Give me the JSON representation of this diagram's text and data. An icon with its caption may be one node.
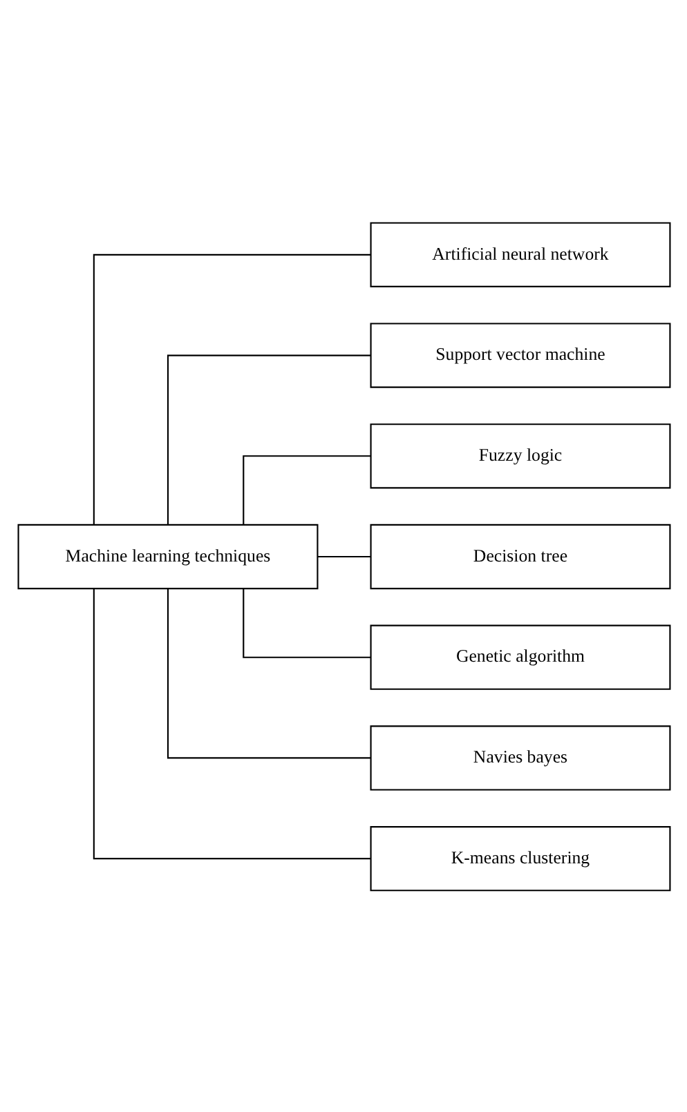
{
  "diagram": {
    "nodes": [
      {
        "text": [
          "Machine learning techniques"
        ]
      },
      {
        "text": [
          "Artificial neural network"
        ]
      },
      {
        "text": [
          "Support vector machine"
        ]
      },
      {
        "text": [
          "Fuzzy logic"
        ]
      },
      {
        "text": [
          "Decision tree"
        ]
      },
      {
        "text": [
          "Genetic algorithm"
        ]
      },
      {
        "text": [
          "Navies bayes"
        ]
      },
      {
        "text": [
          "K-means clustering"
        ]
      }
    ],
    "edges": [
      {
        "from": 0,
        "to": 1,
        "arrow": "none"
      },
      {
        "from": 0,
        "to": 2,
        "arrow": "none"
      },
      {
        "from": 0,
        "to": 3,
        "arrow": "none"
      },
      {
        "from": 0,
        "to": 4,
        "arrow": "none"
      },
      {
        "from": 0,
        "to": 5,
        "arrow": "none"
      },
      {
        "from": 0,
        "to": 6,
        "arrow": "none"
      },
      {
        "from": 0,
        "to": 7,
        "arrow": "none"
      }
    ]
  }
}
